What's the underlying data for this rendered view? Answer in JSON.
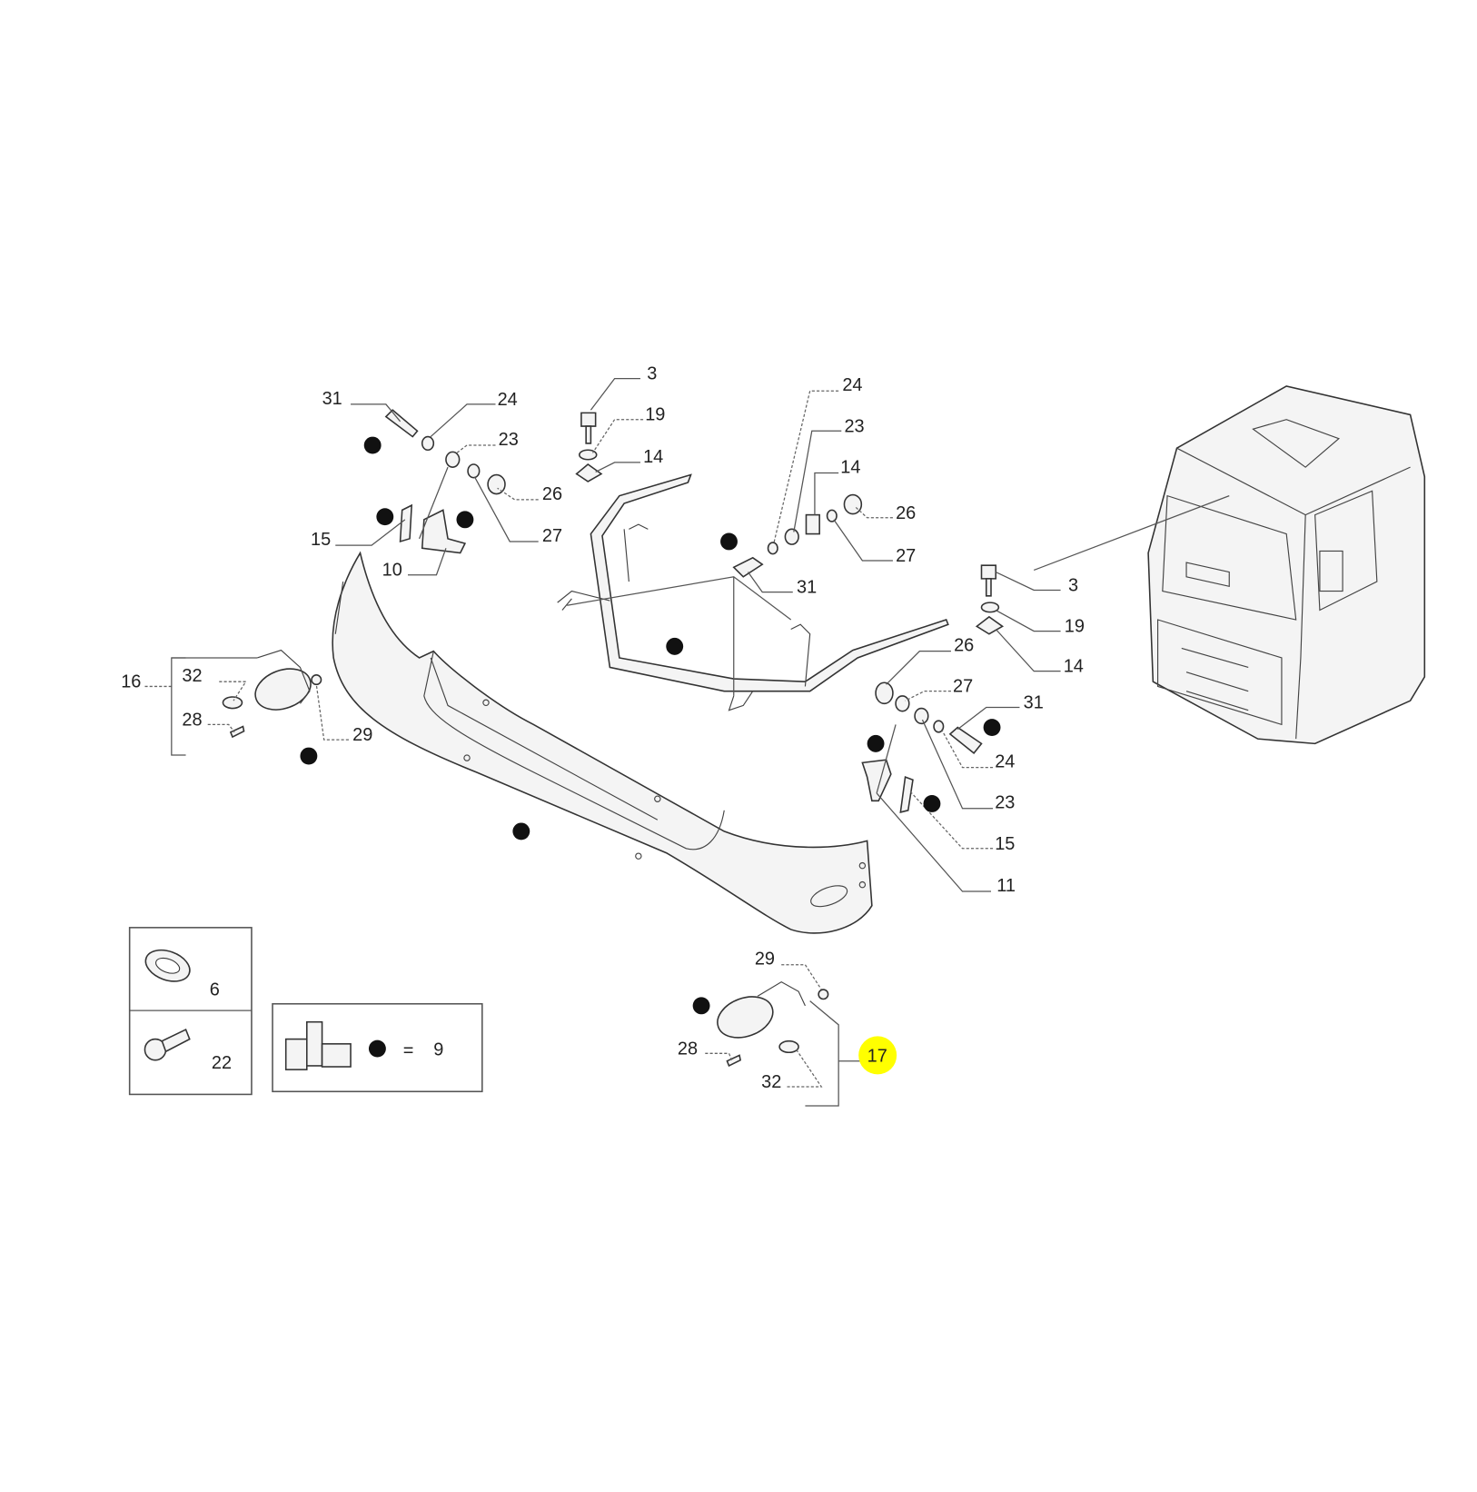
{
  "diagram": {
    "callouts": [
      "31",
      "24",
      "23",
      "26",
      "27",
      "15",
      "10",
      "3",
      "19",
      "14",
      "24",
      "23",
      "14",
      "26",
      "27",
      "31",
      "3",
      "19",
      "14",
      "26",
      "27",
      "31",
      "24",
      "23",
      "15",
      "11",
      "16",
      "32",
      "28",
      "29",
      "6",
      "22",
      "9",
      "29",
      "28",
      "32",
      "17"
    ],
    "legend_equals": "=",
    "highlighted_callout": "17",
    "highlight_color": "#ffff00"
  }
}
